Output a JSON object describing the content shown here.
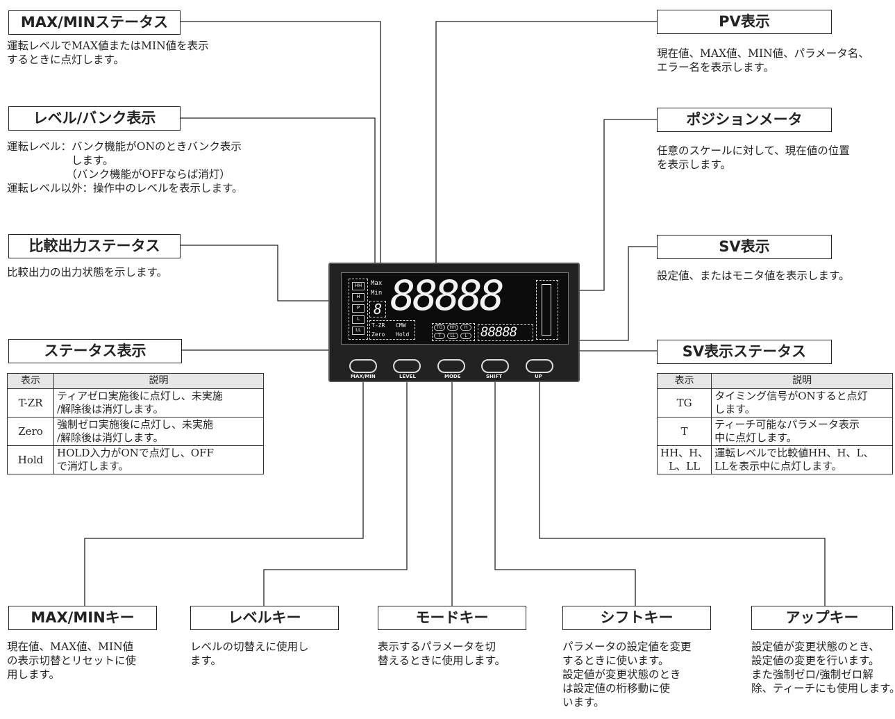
{
  "callouts": {
    "maxmin_status": {
      "title": "MAX/MINステータス",
      "desc": "運転レベルでMAX値またはMIN値を表示\nするときに点灯します。"
    },
    "level_bank": {
      "title": "レベル/バンク表示",
      "desc": "運転レベル：バンク機能がONのときバンク表示\n　　　　　　します。\n　　　　　　（バンク機能がOFFならば消灯）\n運転レベル以外：操作中のレベルを表示します。"
    },
    "compare_output": {
      "title": "比較出力ステータス",
      "desc": "比較出力の出力状態を示します。"
    },
    "status_display": {
      "title": "ステータス表示"
    },
    "pv": {
      "title": "PV表示",
      "desc": "現在値、MAX値、MIN値、パラメータ名、\nエラー名を表示します。"
    },
    "position_meter": {
      "title": "ポジションメータ",
      "desc": "任意のスケールに対して、現在値の位置\nを表示します。"
    },
    "sv": {
      "title": "SV表示",
      "desc": "設定値、またはモニタ値を表示します。"
    },
    "sv_status": {
      "title": "SV表示ステータス"
    }
  },
  "status_table": {
    "headers": [
      "表示",
      "説明"
    ],
    "rows": [
      {
        "key": "T-ZR",
        "value": "ティアゼロ実施後に点灯し、未実施\n/解除後は消灯します。"
      },
      {
        "key": "Zero",
        "value": "強制ゼロ実施後に点灯し、未実施\n/解除後は消灯します。"
      },
      {
        "key": "Hold",
        "value": "HOLD入力がONで点灯し、OFF\nで消灯します。"
      }
    ]
  },
  "sv_status_table": {
    "headers": [
      "表示",
      "説明"
    ],
    "rows": [
      {
        "key": "TG",
        "value": "タイミング信号がONすると点灯\nします。"
      },
      {
        "key": "T",
        "value": "ティーチ可能なパラメータ表示\n中に点灯します。"
      },
      {
        "key": "HH、H、\nL、LL",
        "value": "運転レベルで比較値HH、H、L、\nLLを表示中に点灯します。"
      }
    ]
  },
  "keys_section": [
    {
      "title": "MAX/MINキー",
      "desc": "現在値、MAX値、MIN値\nの表示切替とリセットに使\n用します。"
    },
    {
      "title": "レベルキー",
      "desc": "レベルの切替えに使用し\nます。"
    },
    {
      "title": "モードキー",
      "desc": "表示するパラメータを切\n替えるときに使用します。"
    },
    {
      "title": "シフトキー",
      "desc": "パラメータの設定値を変更\nするときに使います。\n設定値が変更状態のとき\nは設定値の桁移動に使\nいます。"
    },
    {
      "title": "アップキー",
      "desc": "設定値が変更状態のとき、\n設定値の変更を行います。\nまた強制ゼロ/強制ゼロ解\n除、ティーチにも使用します。"
    }
  ],
  "panel": {
    "comp_leds": [
      "HH",
      "H",
      "P",
      "L",
      "LL"
    ],
    "max_label": "Max",
    "min_label": "Min",
    "bank_digit": "8",
    "pv_digits": "88888",
    "sv_digits": "88888",
    "status_leds": [
      "T-ZR",
      "Zero",
      "Hold",
      "CMW"
    ],
    "sv_leds_top": [
      "TG",
      "HH",
      "H"
    ],
    "sv_leds_bottom": [
      "T",
      "LL",
      "L"
    ],
    "key_labels": [
      "MAX/MIN",
      "LEVEL",
      "MODE",
      "SHIFT",
      "UP"
    ]
  }
}
